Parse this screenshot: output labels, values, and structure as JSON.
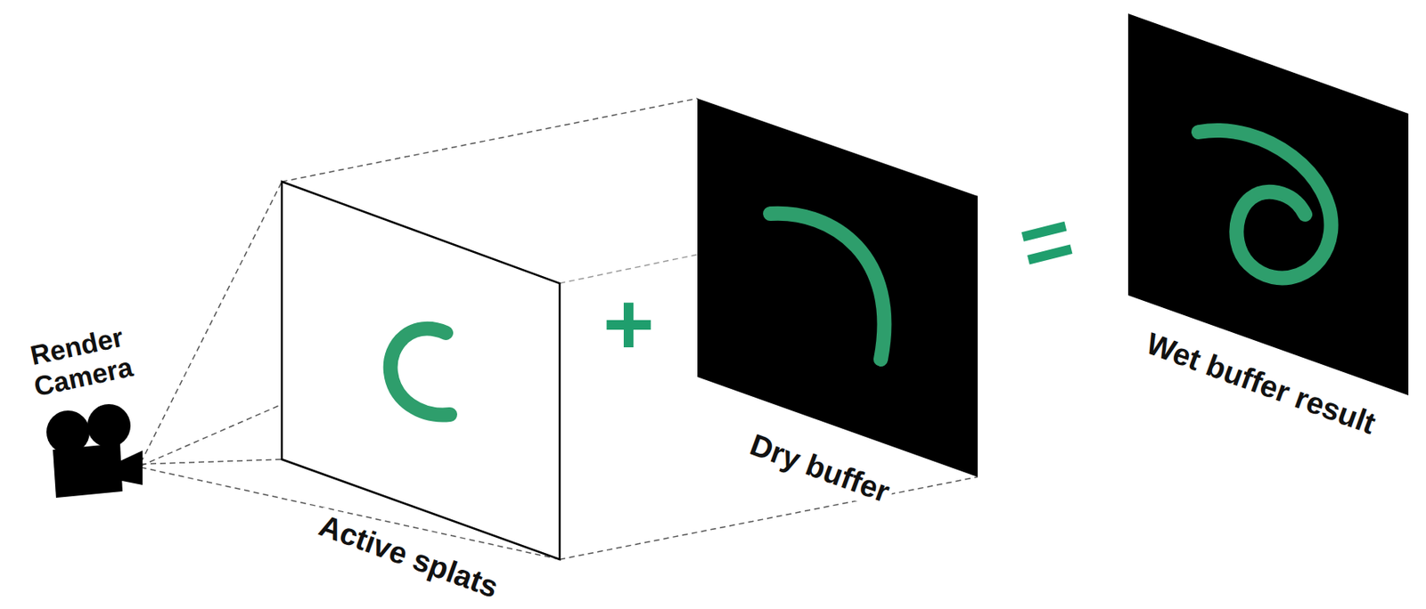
{
  "diagram": {
    "labels": [
      "Render Camera",
      "Active splats",
      "+",
      "Dry buffer",
      "=",
      "Wet buffer result"
    ]
  }
}
